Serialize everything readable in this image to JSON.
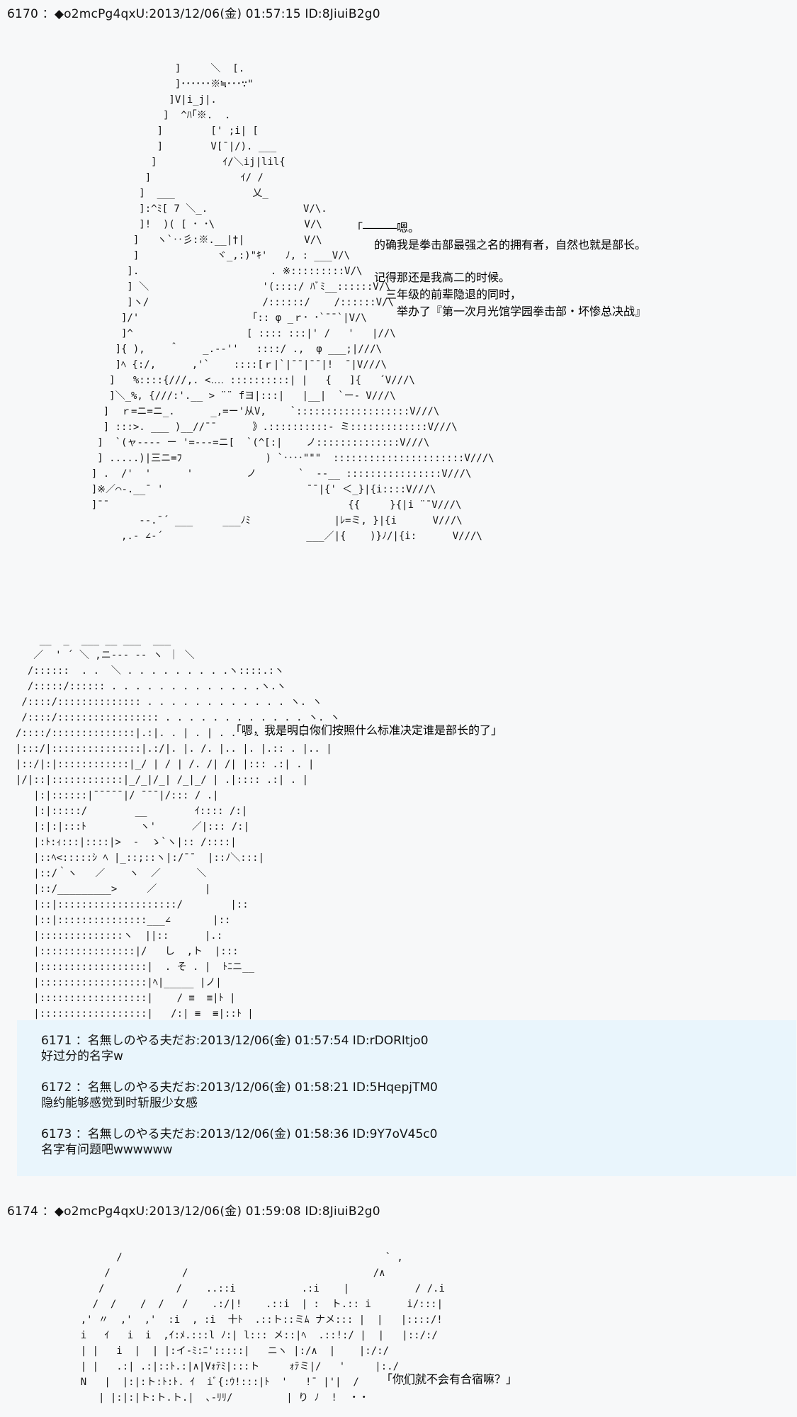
{
  "posts": [
    {
      "header": "6170 ：◆o2mcPg4qxU:2013/12/06(金) 01:57:15 ID:8JiuiB2g0",
      "art": [
        "                ]     ＼  [.",
        "                ]･･････※≒･･･∵\"",
        "               ]V|i_j|.",
        "              ]  ^ﾊ｢※.  .",
        "             ]        [' ;i| [",
        "             ]        V[¯|/). ___",
        "            ]           ｲ/＼ij|lil{",
        "           ]               ｲ/ /",
        "          ]  ___             乂_",
        "          ]:^ﾐ[ 7 ＼_.                V/\\.",
        "          ]!  )( [ ･ ･\\               V/\\",
        "         ]   ヽ`‥彡:※.__|†|          V/\\",
        "         ]             ヾ_,:)\"ｷ'   ﾉ, : ___V/\\",
        "        ].                      . ※:::::::::V/\\",
        "        ] ＼                   '(::::/ ﾊﾞﾐ__::::::V/\\",
        "        ]ヽ/                   /::::::/    /::::::V/\\",
        "       ]/'                   ｢:: φ _ｒ･ ･`¯¯`|V/\\",
        "       ]^                   [ :::: :::|' /   '   |//\\",
        "      ]{ ),    ＾    _.-‐''   ::::/ .,  φ ___;|///\\",
        "      ]ﾍ {:/,      ,'`    ::::[ｒ|`|¯¯|¯¯|!  ¯|V///\\",
        "     ]   %::::{///,. <‥‥ ::::::::::| |   {   ]{   ´V///\\",
        "     ]＼_%, {///:'.__ > ¨¨ fヨ|:::|   |__|  `ー‐ V///\\",
        "    ]  ｒ=ニ=ニ_.      _,=ー'从V,    `:::::::::::::::::::V///\\",
        "    ] :::>. ___ )__//¯¯      》.::::::::::- ミ:::::::::::::V///\\",
        "   ]  `(ャ-‐‐‐ ー '=‐‐‐=ニ[  `(^[:|    ノ::::::::::::::V///\\",
        "   ] .....)|三ニ=ﾌ              ) `‥‥\"\"\"  ::::::::::::::::::::::V///\\",
        "  ] .  /'  '      '         ノ       `  ‐‐__ ::::::::::::::::V///\\",
        "  ]※／⌒‐.__¯ '                        ¯¯|{' ＜_}|{i::::V///\\",
        "  ]¯¯                                        {{     }{|i ¨¯V///\\",
        "          ‐-.¯´ ___     ___ﾉﾐ              |ﾚ=ミ, }|{i      V///\\",
        "       ,.‐ ∠‐´                        ___／|{    )}ﾉ/|{i:      V///\\"
      ],
      "dialogue": [
        "「―――嗯。",
        "　　的确我是拳击部最强之名的拥有者，自然也就是部长。",
        "",
        "　　记得那还是我高二的时候。",
        "　　　三年级的前辈隐退的同时，",
        "　　　　举办了『第一次月光馆学园拳击部・坏惨总决战』"
      ]
    },
    {
      "header": "",
      "art": [
        "    __  _  ___ __ ___  ___",
        "   ／  ' ´ ＼ ,ニ‐‐‐ ‐‐ ヽ ｜ ＼",
        "  /::::::  . .  ＼ . . . . . . . . .ヽ::::.:ヽ",
        "  /:::::/:::::: . . . . . . . . . . . . .ヽ.ヽ",
        " /::::/:::::::::::::: . . . . . . . . . . . . ヽ. ヽ",
        " /::::/::::::::::::::::: . . . . . . . . . . . . ヽ. ヽ",
        "/::::/::::::::::::::|.:|. . | . | . . . . . . ヽ. ヽ",
        "|:::/|:::::::::::::::|.:/|. |. /. |.. |. |.:: . |.. |",
        "|::/|:|::::::::::::|_/ | / | /. /| /| |::: .:| . |",
        "|/|::|::::::::::::|_/_|/_| /_|_/ | .|:::: .:| . |",
        "   |:|::::::|¯¯¯¯¯|/ ¯¯¯|/::: / .|",
        "   |:|:::::/        __        ｲ:::: /:|",
        "   |:|:|:::ﾄ         ヽ'      ／|::: /:|",
        "   |:ﾄ:ｨ:::|::::|>  ‐  ゝ`ヽ|:: /::::|",
        "   |::ﾍ<:::::ｼ ﾍ |_::;::ヽ|:/¯¯  |::ﾉ＼:::|",
        "   |::/｀ヽ   ／    ヽ  ／      ＼",
        "   |::/_________>     ／        |",
        "   |::|::::::::::::::::::::/        |::",
        "   |::|:::::::::::::::___∠       |::",
        "   |::::::::::::::ヽ  ||::      |.:",
        "   |::::::::::::::::|/   し  ,ト  |:::",
        "   |::::::::::::::::::|  . そ . |  ﾄﾆニ__",
        "   |::::::::::::::::::|ﾍ|_____ |ノ|",
        "   |::::::::::::::::::|    / ≡  ≡|ﾄ |",
        "   |::::::::::::::::::|   /:| ≡  ≡|::ﾄ |"
      ],
      "dialogue": [
        "「嗯，我是明白你们按照什么标准决定谁是部长的了」"
      ]
    }
  ],
  "replies": [
    {
      "header": "6171 ：名無しのやる夫だお:2013/12/06(金) 01:57:54 ID:rDORItjo0",
      "body": "好过分的名字w"
    },
    {
      "header": "6172 ：名無しのやる夫だお:2013/12/06(金) 01:58:21 ID:5HqepjTM0",
      "body": "隐约能够感觉到时斩服少女感"
    },
    {
      "header": "6173 ：名無しのやる夫だお:2013/12/06(金) 01:58:36 ID:9Y7oV45c0",
      "body": "名字有问题吧wwwwww"
    }
  ],
  "post_6174": {
    "header": "6174 ：◆o2mcPg4qxU:2013/12/06(金) 01:59:08 ID:8JiuiB2g0",
    "art": [
      "          /                                            ` ,",
      "        /            /                               /∧",
      "       /            /    ..::i           .:i    |           / /.i",
      "      /  /    /  /   /    .:/|!    .::i  | :  ト.:: i      i/:::|",
      "    ,' 〃  ,'  ,'  :i  , :i  十ﾄ  .::ト::ミﾑ ナメ::: |  |   |::::/!",
      "    i   ｲ   i  i  ,ｲ:ﾒ.:::l ﾉ:| l::: メ::|ﾍ  .::!:/ |  |   |::/:/",
      "    | |   i  |  | |:イ‐ﾐ:ﾆ':::::|   ニヽ |:/∧  |    |:/:/",
      "    | |   .:| .:|::ﾄ.:|∧|Vｫﾃﾐ|:::ト     ｫﾃミ|/   '     |:./",
      "    N   |  |:|:ト:ﾄ:ﾄ. ｲ  iﾞ{:ｳ!:::|ﾄ  '   !¯ |'|  /       ...   .",
      "       | |:|:|ト:ト.ト.|  ､‐ﾘﾘ/         | り ﾉ  !  ・・"
    ],
    "dialogue": [
      "「你们就不会有合宿嘛？」"
    ]
  }
}
